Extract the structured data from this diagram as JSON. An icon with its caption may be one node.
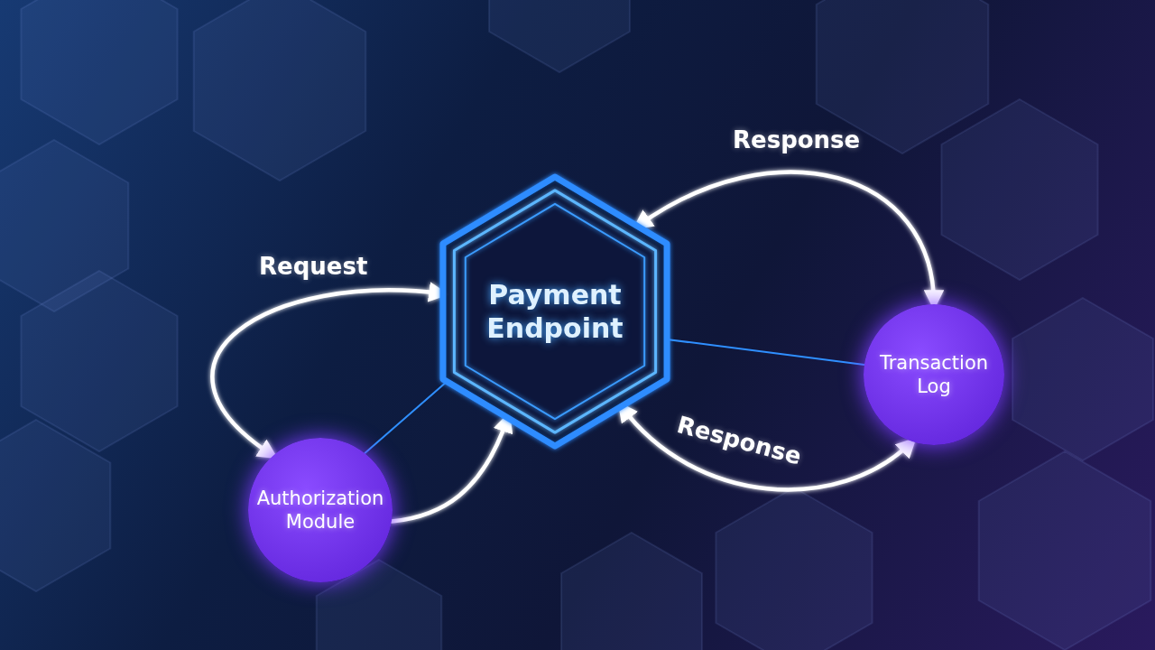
{
  "diagram": {
    "nodes": [
      {
        "text": [
          "Payment Endpoint"
        ]
      },
      {
        "text": [
          "Authorization Module"
        ]
      },
      {
        "text": [
          "Transaction Log"
        ]
      }
    ],
    "edges": [
      {
        "from": 0,
        "to": 1,
        "arrow": "both",
        "label": "Request"
      },
      {
        "from": 1,
        "to": 0,
        "arrow": "to"
      },
      {
        "from": 0,
        "to": 2,
        "arrow": "both",
        "label": "Response"
      },
      {
        "from": 0,
        "to": 2,
        "arrow": "both",
        "label": "Response"
      },
      {
        "from": 0,
        "to": 1,
        "arrow": "none",
        "color": "#2f8fff"
      },
      {
        "from": 0,
        "to": 2,
        "arrow": "none",
        "color": "#2f8fff"
      }
    ]
  }
}
